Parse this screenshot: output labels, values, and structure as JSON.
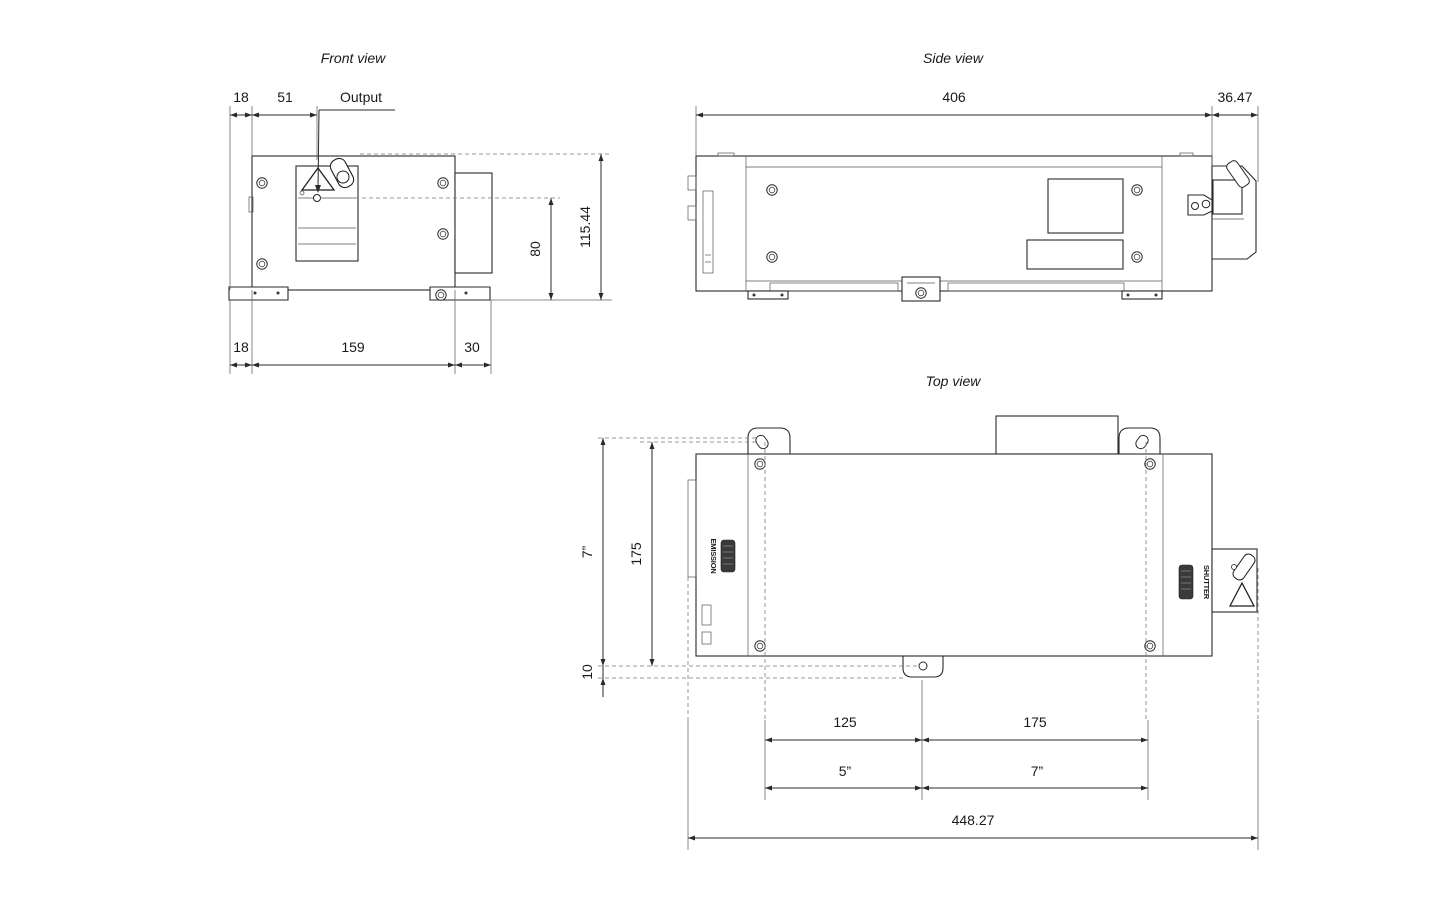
{
  "views": {
    "front": {
      "title": "Front view",
      "output_label": "Output"
    },
    "side": {
      "title": "Side view"
    },
    "top": {
      "title": "Top view",
      "emission_label": "EMISSION",
      "shutter_label": "SHUTTER"
    }
  },
  "dimensions": {
    "front_top_left": "18",
    "front_top_output_offset": "51",
    "front_output_height": "80",
    "front_total_height": "115.44",
    "front_bottom_left": "18",
    "front_bottom_width": "159",
    "front_bottom_right": "30",
    "side_length": "406",
    "side_shutter_length": "36.47",
    "top_mount_spacing_in": "7”",
    "top_depth": "175",
    "top_mount_offset": "10",
    "top_mount_spacing_a": "125",
    "top_mount_spacing_b": "175",
    "top_mount_spacing_a_in": "5”",
    "top_mount_spacing_b_in": "7”",
    "top_total_length": "448.27"
  }
}
